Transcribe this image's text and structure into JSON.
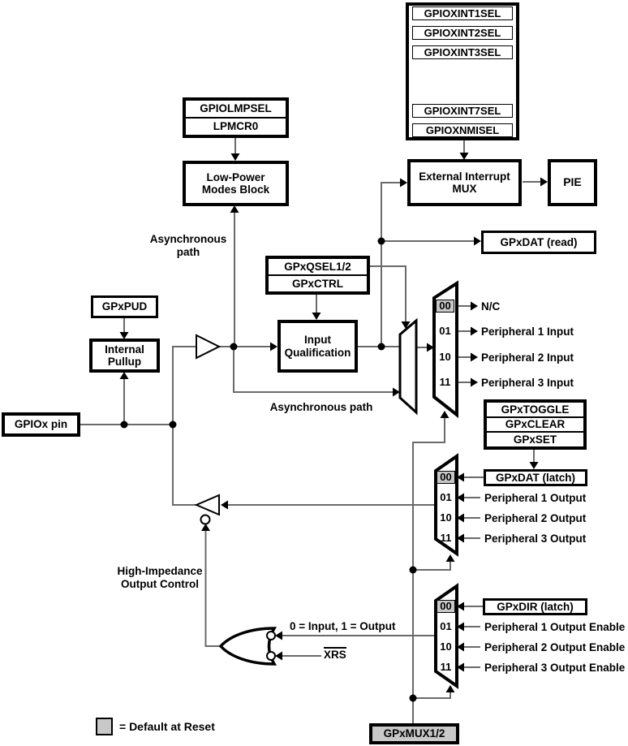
{
  "colors": {
    "wire_gray": "#6a6a6a",
    "default_reset_gray": "#c8c8c8",
    "ink": "#000000"
  },
  "xint_stack": {
    "rows": [
      "GPIOXINT1SEL",
      "GPIOXINT2SEL",
      "GPIOXINT3SEL"
    ],
    "rows_after_dots": [
      "GPIOXINT7SEL",
      "GPIOXNMISEL"
    ]
  },
  "blocks": {
    "external_interrupt_mux": "External Interrupt MUX",
    "pie": "PIE",
    "gpxdat_read": "GPxDAT (read)",
    "gpiolmpsel": "GPIOLMPSEL",
    "lpmcr0": "LPMCR0",
    "low_power_modes": "Low-Power Modes Block",
    "gpxqsel": "GPxQSEL1/2",
    "gpxctrl": "GPxCTRL",
    "input_qualification": "Input Qualification",
    "gpxpud": "GPxPUD",
    "internal_pullup": "Internal Pullup",
    "gpiox_pin": "GPIOx pin",
    "gpxtoggle": "GPxTOGGLE",
    "gpxclear": "GPxCLEAR",
    "gpxset": "GPxSET",
    "gpxdat_latch": "GPxDAT (latch)",
    "gpxdir_latch": "GPxDIR (latch)",
    "gpxmux": "GPxMUX1/2"
  },
  "labels": {
    "async_path_upper": "Asynchronous path",
    "async_path_lower": "Asynchronous path",
    "high_impedance": "High-Impedance Output Control",
    "io_direction": "0 = Input, 1 = Output",
    "xrs": "XRS",
    "legend": "= Default at Reset"
  },
  "mux_input": {
    "sel": [
      "00",
      "01",
      "10",
      "11"
    ],
    "outputs": [
      "N/C",
      "Peripheral 1 Input",
      "Peripheral 2 Input",
      "Peripheral 3 Input"
    ]
  },
  "mux_output": {
    "sel": [
      "00",
      "01",
      "10",
      "11"
    ],
    "inputs": [
      "Peripheral 1 Output",
      "Peripheral 2 Output",
      "Peripheral 3 Output"
    ]
  },
  "mux_output_enable": {
    "sel": [
      "00",
      "01",
      "10",
      "11"
    ],
    "inputs": [
      "Peripheral 1 Output Enable",
      "Peripheral 2 Output Enable",
      "Peripheral 3 Output Enable"
    ]
  }
}
